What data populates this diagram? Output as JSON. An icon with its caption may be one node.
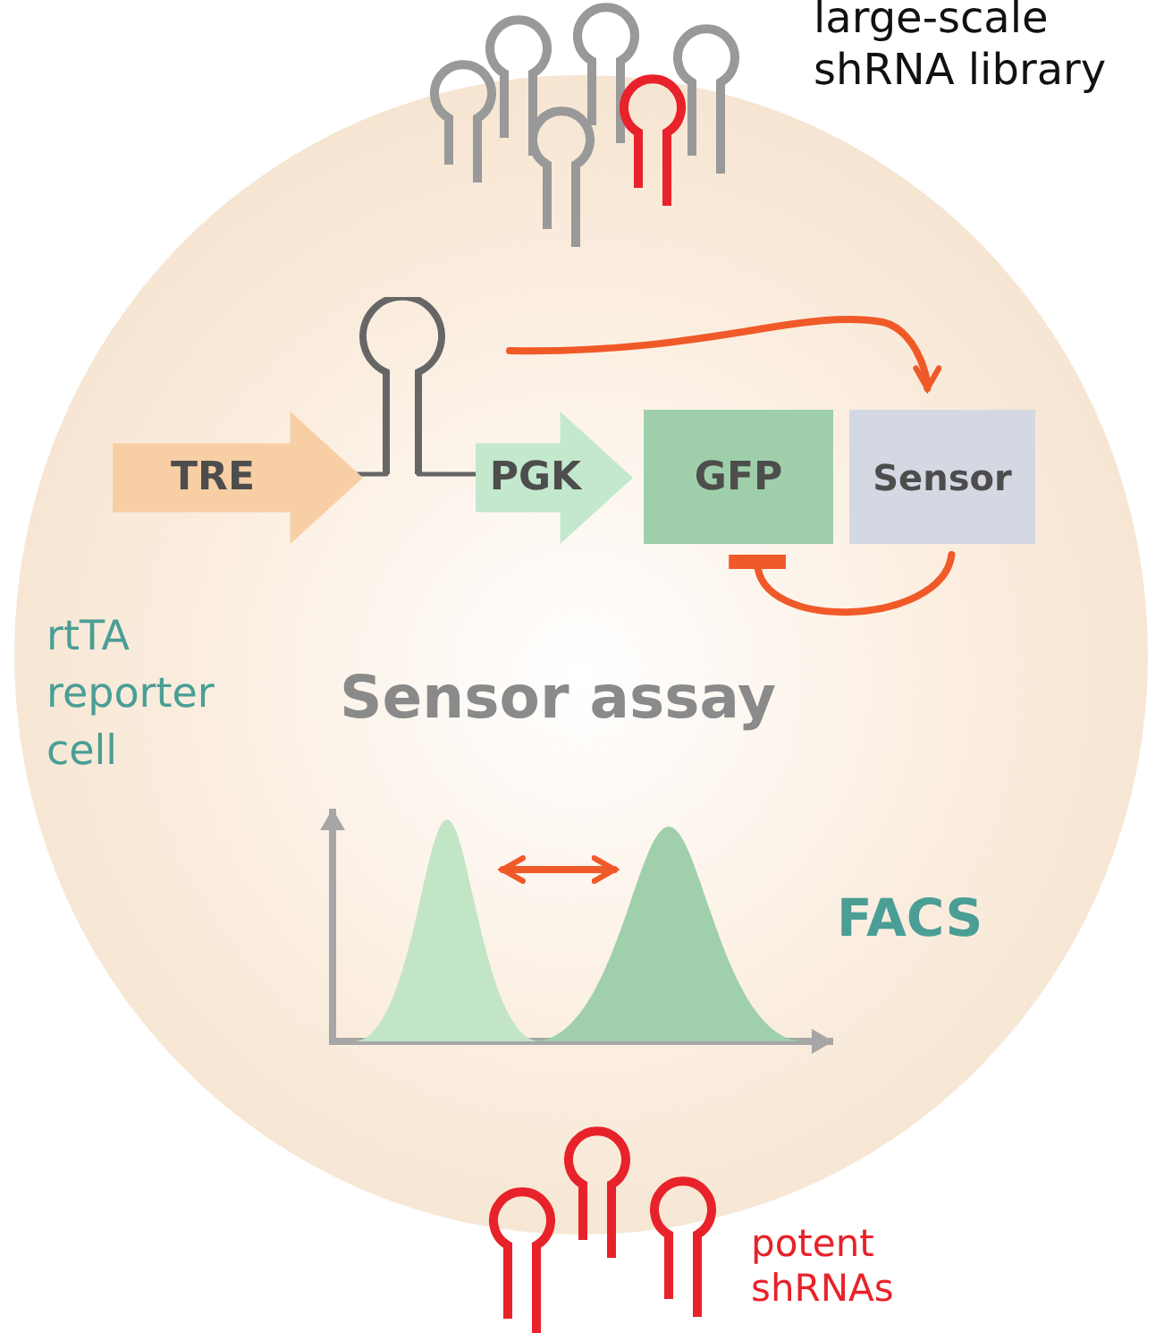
{
  "diagram": {
    "nodes": [
      {
        "text": [
          "rtTA reporter cell",
          "Sensor assay"
        ]
      },
      {
        "text": [
          "TRE"
        ],
        "in": 0
      },
      {
        "text": [],
        "shape": "hairpin",
        "in": 0
      },
      {
        "text": [
          "PGK"
        ],
        "in": 0
      },
      {
        "text": [
          "GFP"
        ],
        "in": 0
      },
      {
        "text": [
          "Sensor"
        ],
        "in": 0
      },
      {
        "text": [],
        "shape": "peak",
        "in": 0
      },
      {
        "text": [],
        "shape": "peak",
        "in": 0
      }
    ],
    "edges": [
      {
        "from": 1,
        "to": 2,
        "arrow": "none",
        "color": "#666666"
      },
      {
        "from": 2,
        "to": 3,
        "arrow": "none",
        "color": "#666666"
      },
      {
        "from": 2,
        "to": 5,
        "arrow": "to",
        "color": "#f05a28"
      },
      {
        "from": 5,
        "to": 4,
        "arrow": "other",
        "color": "#f05a28"
      },
      {
        "from": 6,
        "to": 7,
        "arrow": "both",
        "color": "#f05a28"
      }
    ],
    "labels": [
      "large-scale shRNA library",
      "FACS",
      "potent shRNAs"
    ]
  }
}
